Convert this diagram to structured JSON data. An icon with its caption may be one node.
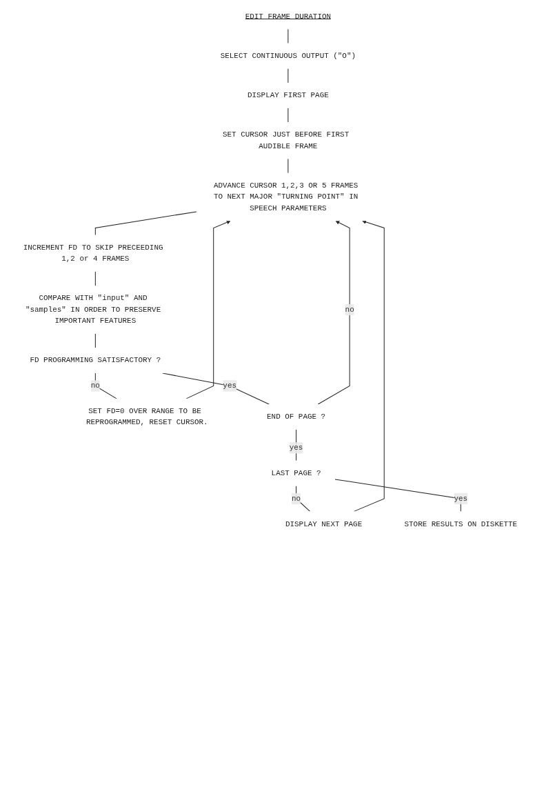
{
  "diagram": {
    "nodes": [
      {
        "text": [
          "EDIT FRAME DURATION"
        ]
      },
      {
        "text": [
          "SELECT CONTINUOUS OUTPUT (\"O\")"
        ]
      },
      {
        "text": [
          "DISPLAY FIRST PAGE"
        ]
      },
      {
        "text": [
          "SET CURSOR JUST BEFORE FIRST AUDIBLE FRAME"
        ]
      },
      {
        "text": [
          "ADVANCE CURSOR 1,2,3 OR 5 FRAMES TO NEXT MAJOR \"TURNING POINT\" IN SPEECH PARAMETERS"
        ]
      },
      {
        "text": [
          "INCREMENT FD TO SKIP PRECEEDING 1,2 or 4 FRAMES"
        ]
      },
      {
        "text": [
          "COMPARE WITH \"input\" AND \"samples\" IN ORDER TO PRESERVE IMPORTANT FEATURES"
        ]
      },
      {
        "text": [
          "FD PROGRAMMING SATISFACTORY ?"
        ]
      },
      {
        "text": [
          "SET FD=0 OVER RANGE TO BE REPROGRAMMED, RESET CURSOR."
        ]
      },
      {
        "text": [
          "END OF PAGE ?"
        ]
      },
      {
        "text": [
          "LAST PAGE ?"
        ]
      },
      {
        "text": [
          "DISPLAY NEXT PAGE"
        ]
      },
      {
        "text": [
          "STORE RESULTS ON DISKETTE"
        ]
      }
    ],
    "edges": [
      {
        "from": 0,
        "to": 1,
        "arrow": "none"
      },
      {
        "from": 1,
        "to": 2,
        "arrow": "none"
      },
      {
        "from": 2,
        "to": 3,
        "arrow": "none"
      },
      {
        "from": 3,
        "to": 4,
        "arrow": "none"
      },
      {
        "from": 4,
        "to": 5,
        "arrow": "none"
      },
      {
        "from": 5,
        "to": 6,
        "arrow": "none"
      },
      {
        "from": 6,
        "to": 7,
        "arrow": "none"
      },
      {
        "from": 7,
        "to": 8,
        "arrow": "none",
        "label": "no"
      },
      {
        "from": 7,
        "to": 9,
        "arrow": "none",
        "label": "yes"
      },
      {
        "from": 8,
        "to": 4,
        "arrow": "to"
      },
      {
        "from": 9,
        "to": 4,
        "arrow": "to",
        "label": "no"
      },
      {
        "from": 9,
        "to": 10,
        "arrow": "none",
        "label": "yes"
      },
      {
        "from": 10,
        "to": 11,
        "arrow": "none",
        "label": "no"
      },
      {
        "from": 11,
        "to": 4,
        "arrow": "to"
      },
      {
        "from": 10,
        "to": 12,
        "arrow": "none",
        "label": "yes"
      }
    ]
  }
}
